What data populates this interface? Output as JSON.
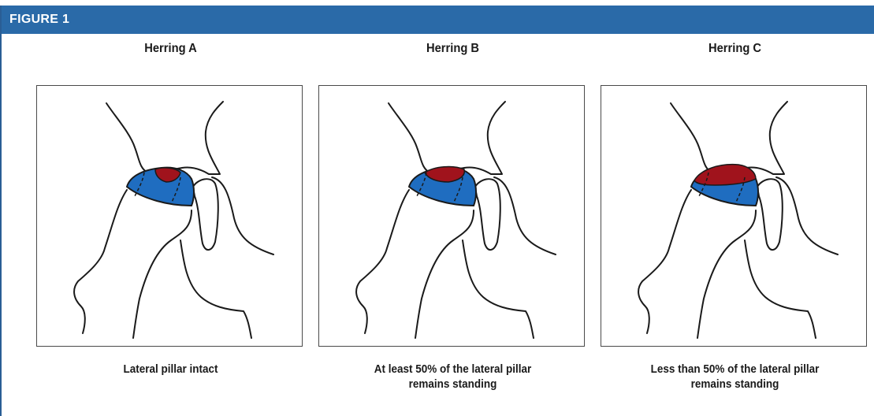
{
  "figure": {
    "label": "FIGURE 1"
  },
  "colors": {
    "header": "#2a6aa8",
    "femoral_head": "#1f6dc0",
    "necrosis": "#a0131c",
    "outline": "#1a1a1a"
  },
  "panels": [
    {
      "title": "Herring A",
      "caption": [
        "Lateral pillar intact"
      ],
      "necrosis_extent": "small"
    },
    {
      "title": "Herring B",
      "caption": [
        "At least 50% of the lateral pillar",
        "remains standing"
      ],
      "necrosis_extent": "medium"
    },
    {
      "title": "Herring C",
      "caption": [
        "Less than 50% of the lateral pillar",
        "remains standing"
      ],
      "necrosis_extent": "large"
    }
  ]
}
